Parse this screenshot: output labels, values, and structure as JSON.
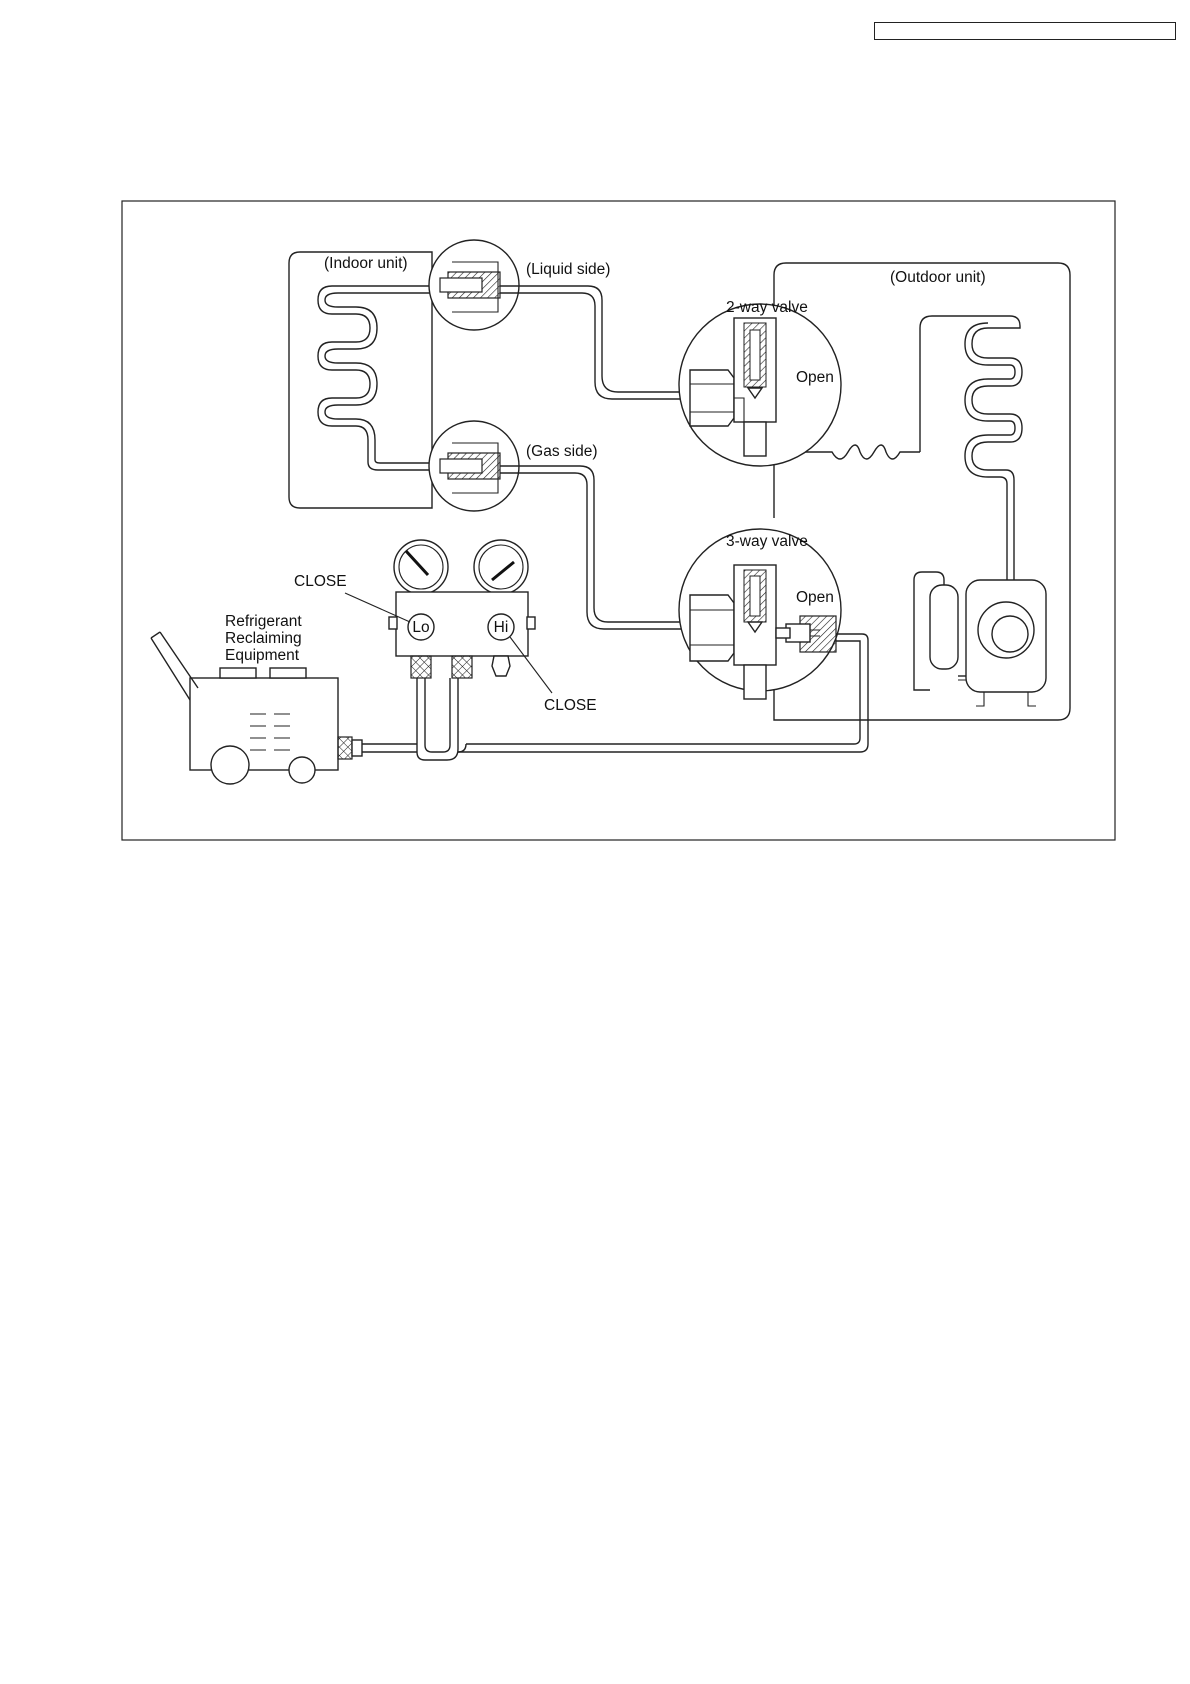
{
  "header": {
    "box_text": ""
  },
  "labels": {
    "indoor_unit": "(Indoor unit)",
    "liquid_side": "(Liquid side)",
    "gas_side": "(Gas side)",
    "outdoor_unit": "(Outdoor unit)",
    "two_way_valve": "2-way valve",
    "three_way_valve": "3-way valve",
    "open_2way": "Open",
    "open_3way": "Open",
    "close_lo": "CLOSE",
    "close_hi": "CLOSE",
    "lo": "Lo",
    "hi": "Hi",
    "reclaiming_line1": "Refrigerant",
    "reclaiming_line2": "Reclaiming",
    "reclaiming_line3": "Equipment"
  }
}
